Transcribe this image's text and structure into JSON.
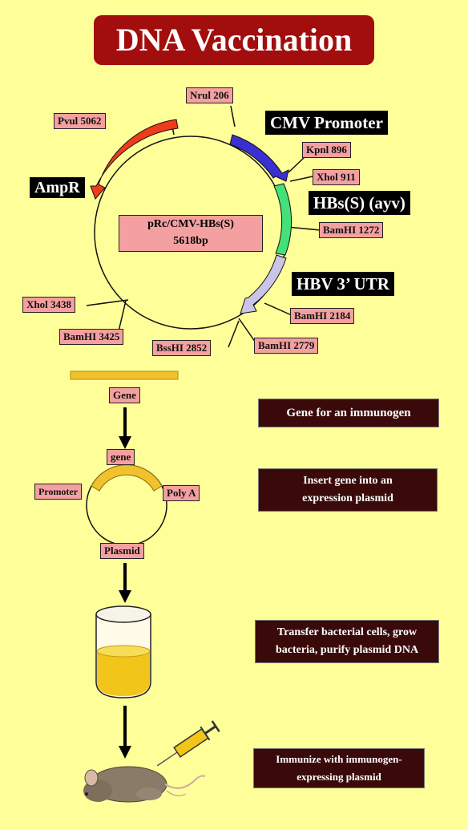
{
  "title": "DNA Vaccination",
  "plasmid": {
    "name": "pRc/CMV-HBs(S)",
    "size": "5618bp",
    "features": {
      "cmv": "CMV Promoter",
      "hbs": "HBs(S) (ayv)",
      "utr": "HBV 3’ UTR",
      "amp": "AmpR"
    },
    "sites": {
      "nrul": "Nrul 206",
      "pvul": "Pvul 5062",
      "kpnl": "Kpnl 896",
      "xhol911": "Xhol 911",
      "bam1272": "BamHI 1272",
      "bam2184": "BamHI 2184",
      "bam2779": "BamHI 2779",
      "bss2852": "BssHI 2852",
      "bam3425": "BamHI 3425",
      "xhol3438": "Xhol 3438"
    },
    "colors": {
      "cmv": "#3a2fd1",
      "hbs": "#44e07a",
      "utr": "#c9c4e8",
      "amp": "#ef3b1b"
    }
  },
  "construct": {
    "gene_label": "Gene",
    "gene_small": "gene",
    "promoter": "Promoter",
    "poly_a": "Poly A",
    "plasmid_label": "Plasmid"
  },
  "steps": [
    "Gene for an immunogen",
    "Insert gene into an expression plasmid",
    "Transfer bacterial cells, grow bacteria, purify plasmid DNA",
    "Immunize with immunogen-expressing plasmid"
  ]
}
